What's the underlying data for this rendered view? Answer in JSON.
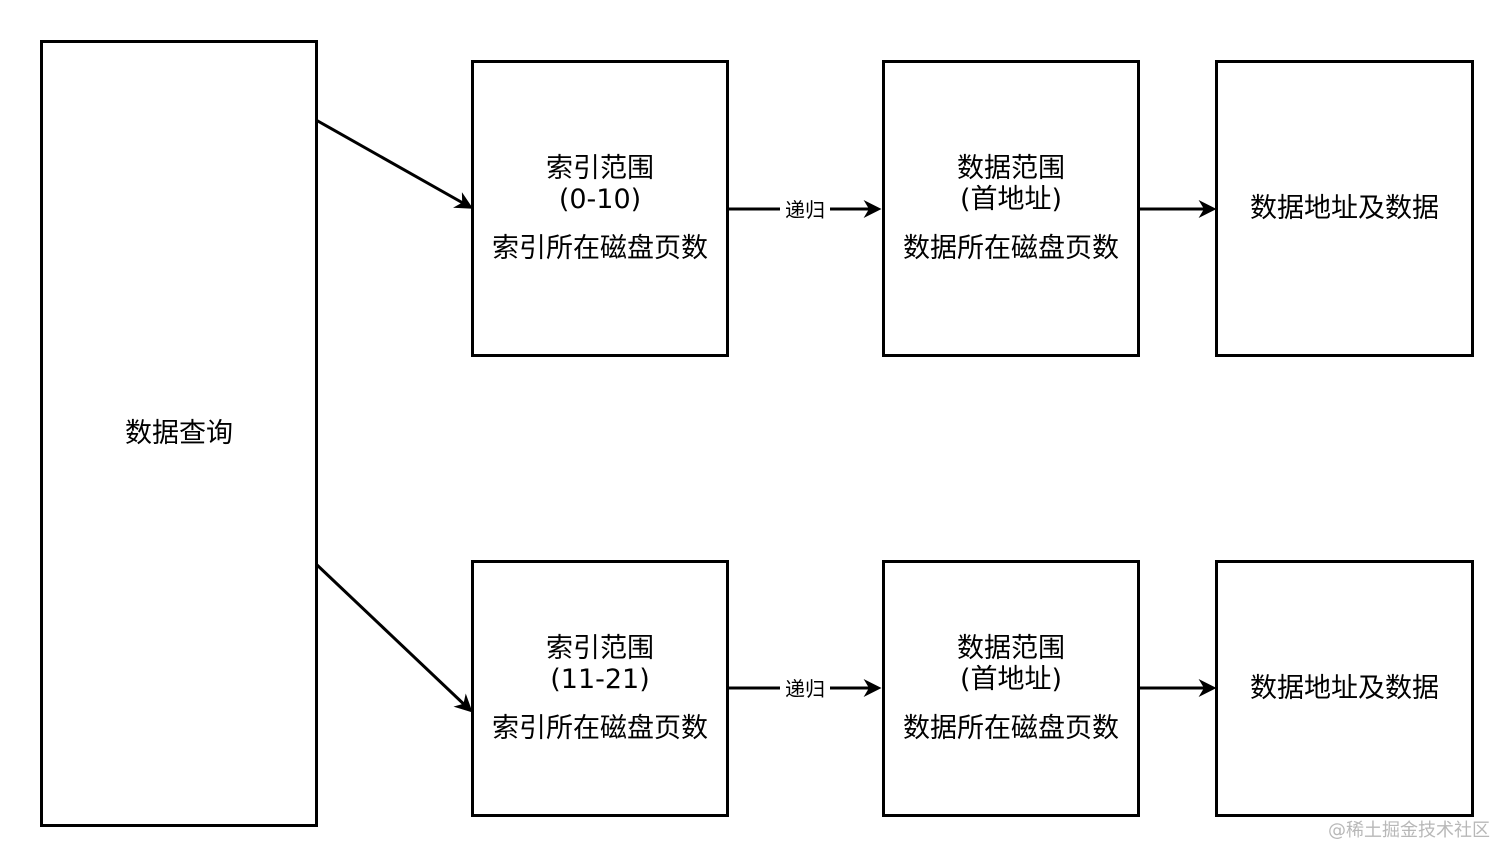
{
  "query_box": {
    "label": "数据查询"
  },
  "rows": [
    {
      "index_box": {
        "title": "索引范围",
        "range": "(0-10)",
        "detail": "索引所在磁盘页数"
      },
      "edge_label": "递归",
      "data_box": {
        "title": "数据范围",
        "subtitle": "(首地址)",
        "detail": "数据所在磁盘页数"
      },
      "result_box": {
        "label": "数据地址及数据"
      }
    },
    {
      "index_box": {
        "title": "索引范围",
        "range": "(11-21)",
        "detail": "索引所在磁盘页数"
      },
      "edge_label": "递归",
      "data_box": {
        "title": "数据范围",
        "subtitle": "(首地址)",
        "detail": "数据所在磁盘页数"
      },
      "result_box": {
        "label": "数据地址及数据"
      }
    }
  ],
  "watermark": "@稀土掘金技术社区"
}
